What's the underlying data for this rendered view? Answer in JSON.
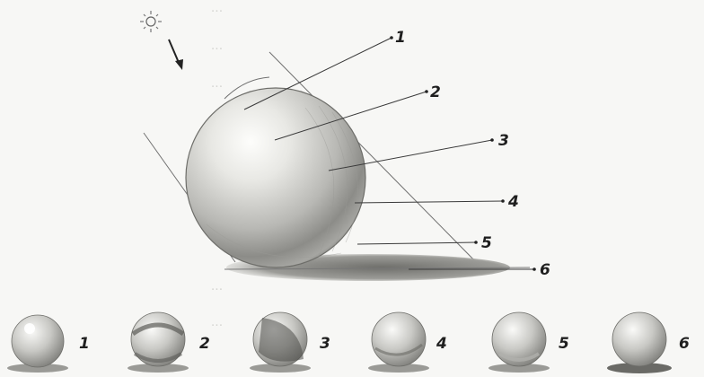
{
  "background_text": [
    "...",
    "...",
    "...",
    "...",
    "...",
    "...",
    "...",
    "...",
    "..."
  ],
  "callouts": [
    {
      "label": "1"
    },
    {
      "label": "2"
    },
    {
      "label": "3"
    },
    {
      "label": "4"
    },
    {
      "label": "5"
    },
    {
      "label": "6"
    }
  ],
  "thumbnails": [
    {
      "label": "1"
    },
    {
      "label": "2"
    },
    {
      "label": "3"
    },
    {
      "label": "4"
    },
    {
      "label": "5"
    },
    {
      "label": "6"
    }
  ]
}
